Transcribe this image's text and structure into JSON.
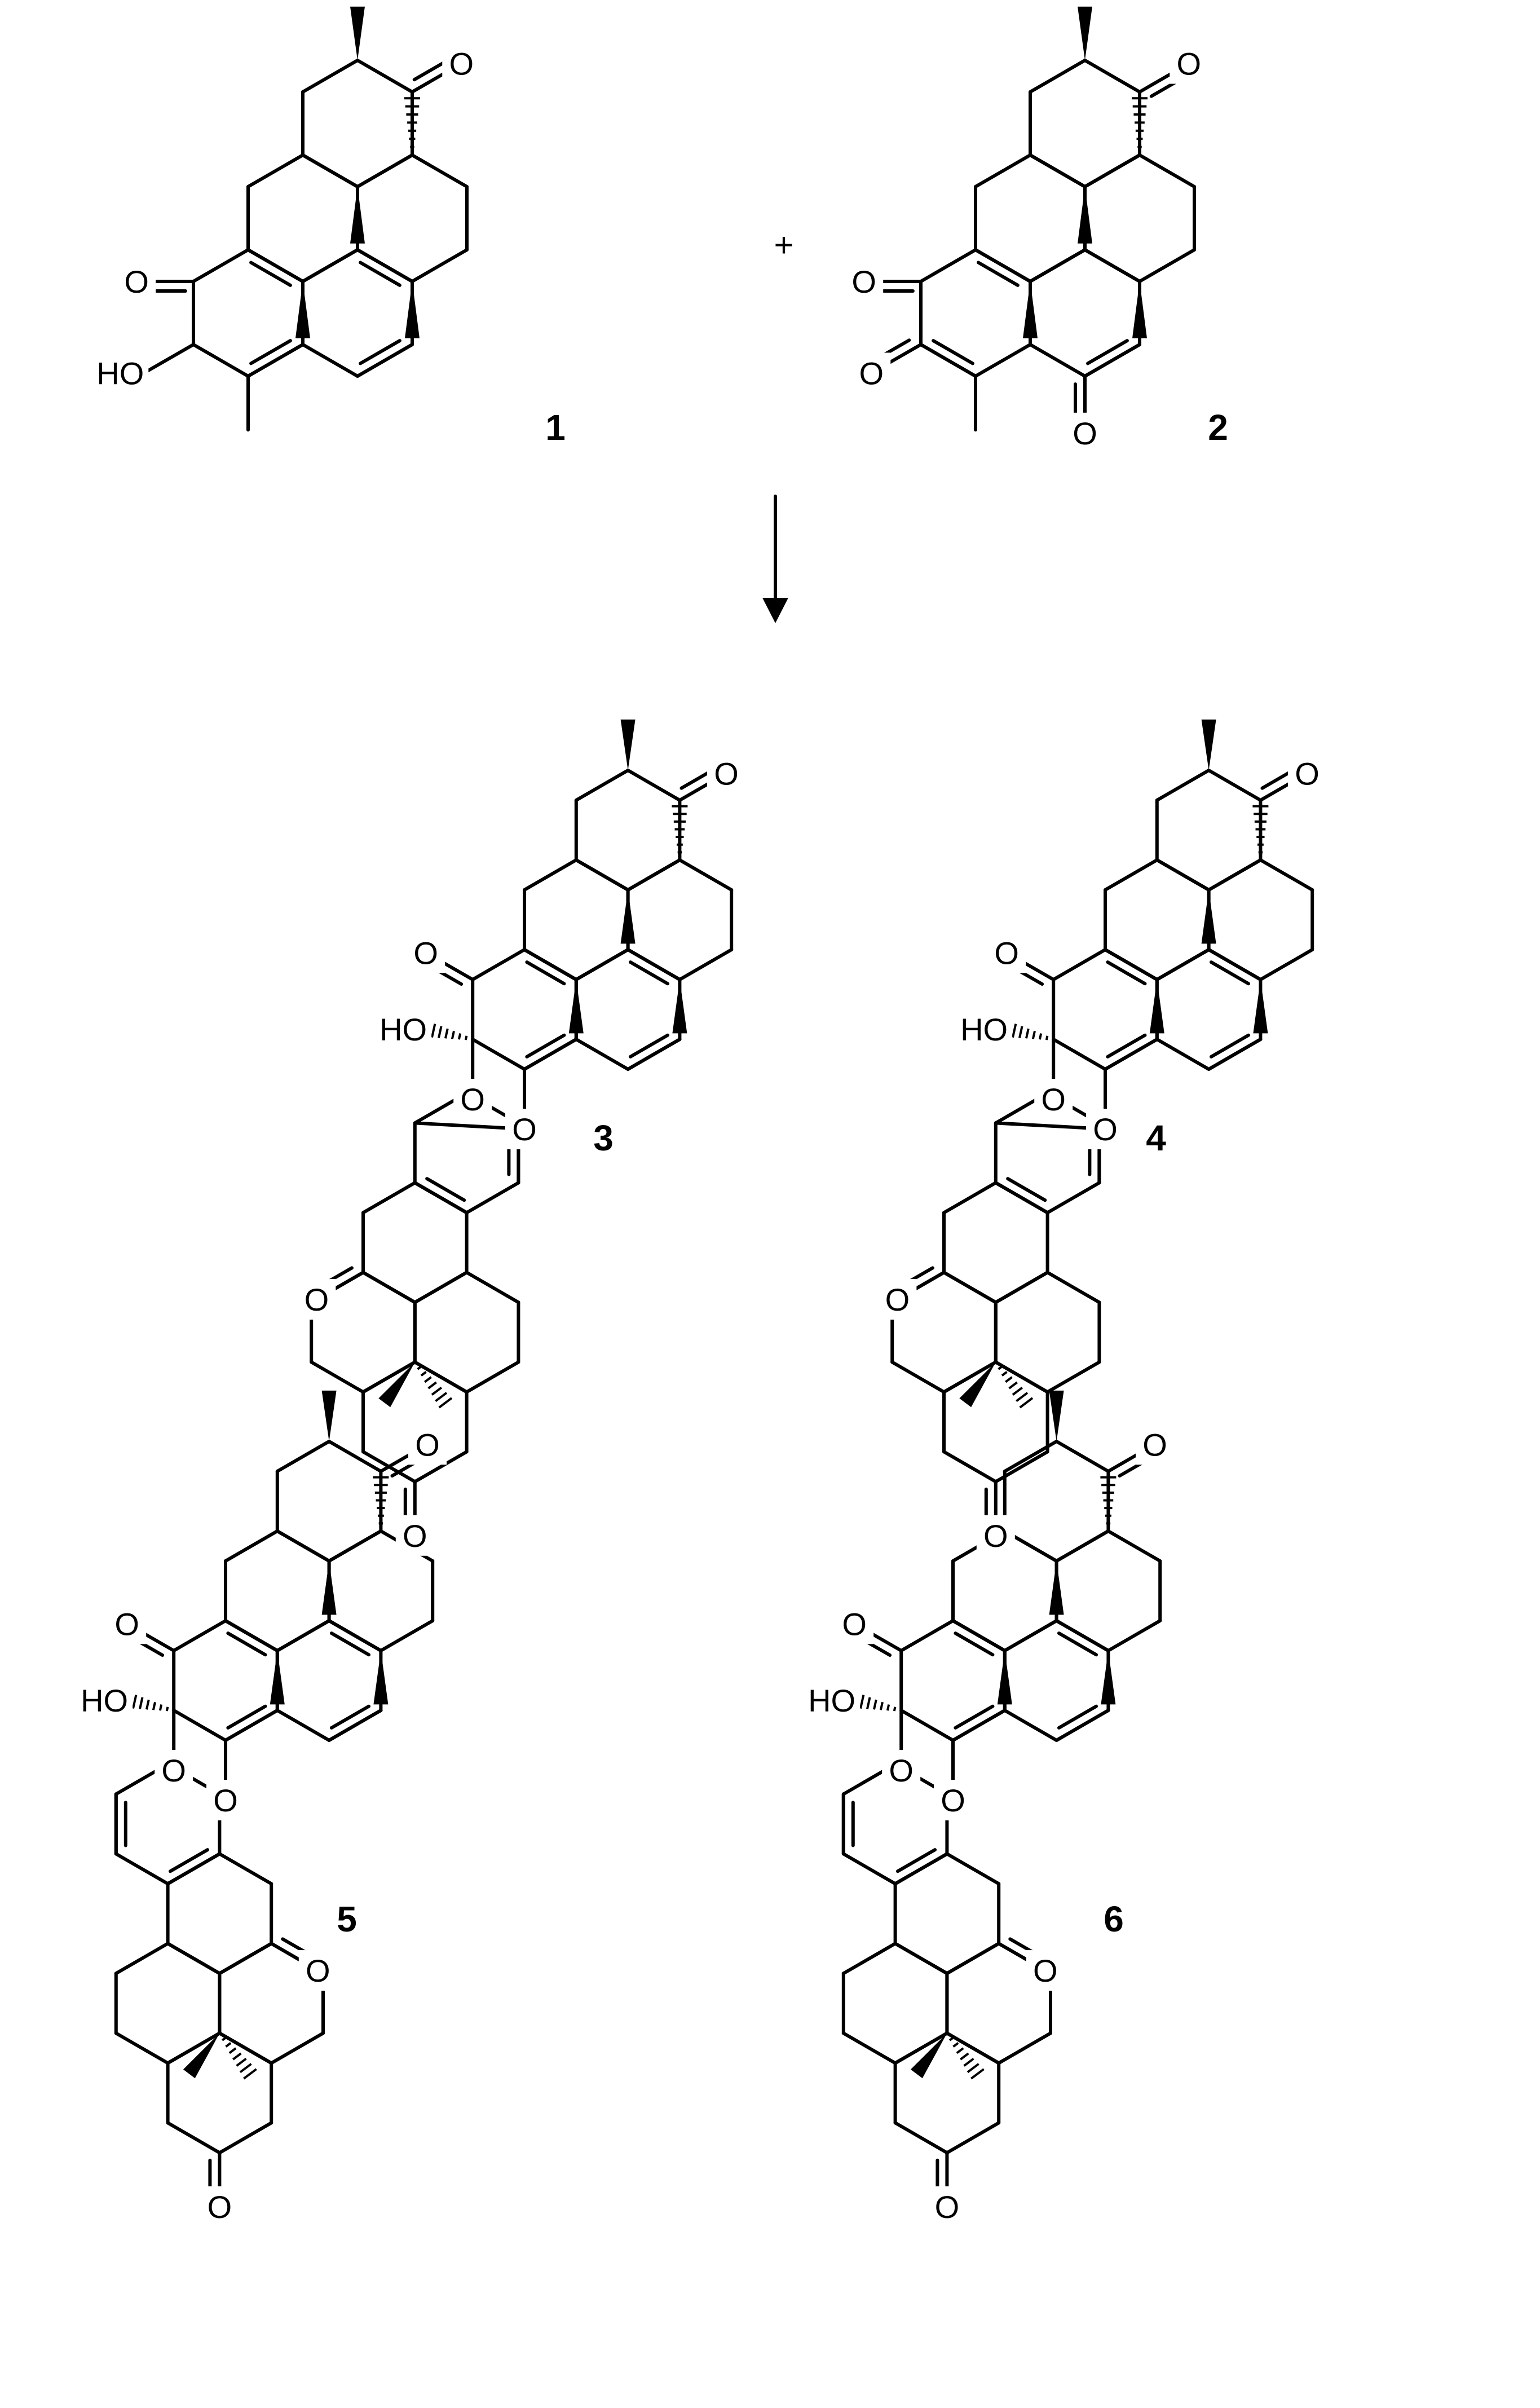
{
  "scheme": {
    "reactants": [
      {
        "label": "1",
        "atoms": {
          "oxo_top": "O",
          "oxo_left": "O",
          "hydroxy": "HO"
        }
      },
      {
        "label": "2",
        "atoms": {
          "oxo_top": "O",
          "oxo_left_a": "O",
          "oxo_left_b": "O",
          "oxo_bottom": "O"
        }
      }
    ],
    "plus": "+",
    "products": [
      {
        "label": "3",
        "atoms": {
          "oxo_top": "O",
          "oxo_mid": "O",
          "hydroxy": "HO",
          "ether_a": "O",
          "ether_b": "O",
          "oxo_lower": "O",
          "oxo_bottom": "O"
        }
      },
      {
        "label": "4",
        "atoms": {
          "oxo_top": "O",
          "oxo_mid": "O",
          "hydroxy": "HO",
          "ether_a": "O",
          "ether_b": "O",
          "oxo_lower": "O",
          "oxo_bottom": "O"
        }
      },
      {
        "label": "5",
        "atoms": {
          "oxo_top": "O",
          "oxo_mid": "O",
          "hydroxy": "HO",
          "ether_a": "O",
          "ether_b": "O",
          "oxo_lower": "O",
          "oxo_bottom": "O"
        }
      },
      {
        "label": "6",
        "atoms": {
          "oxo_top": "O",
          "oxo_mid": "O",
          "hydroxy": "HO",
          "ether_a": "O",
          "ether_b": "O",
          "oxo_lower": "O",
          "oxo_bottom": "O"
        }
      }
    ]
  }
}
